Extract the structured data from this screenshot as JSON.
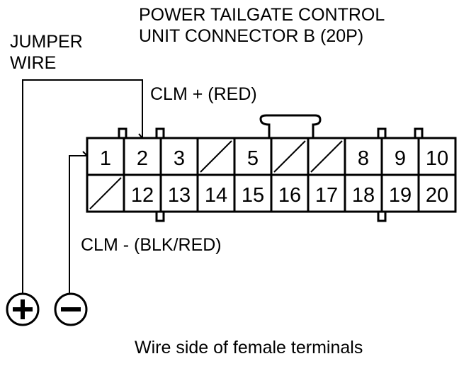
{
  "title": {
    "line1": "POWER TAILGATE CONTROL",
    "line2": "UNIT CONNECTOR B (20P)"
  },
  "jumper_label": {
    "line1": "JUMPER",
    "line2": "WIRE"
  },
  "clm_plus_label": "CLM +  (RED)",
  "clm_minus_label": "CLM -  (BLK/RED)",
  "caption": "Wire side of female terminals",
  "connector": {
    "top_row": [
      "1",
      "2",
      "3",
      "",
      "5",
      "",
      "",
      "8",
      "9",
      "10"
    ],
    "bottom_row": [
      "",
      "12",
      "13",
      "14",
      "15",
      "16",
      "17",
      "18",
      "19",
      "20"
    ]
  },
  "terminals": {
    "positive_icon": "plus-terminal-icon",
    "negative_icon": "minus-terminal-icon"
  }
}
